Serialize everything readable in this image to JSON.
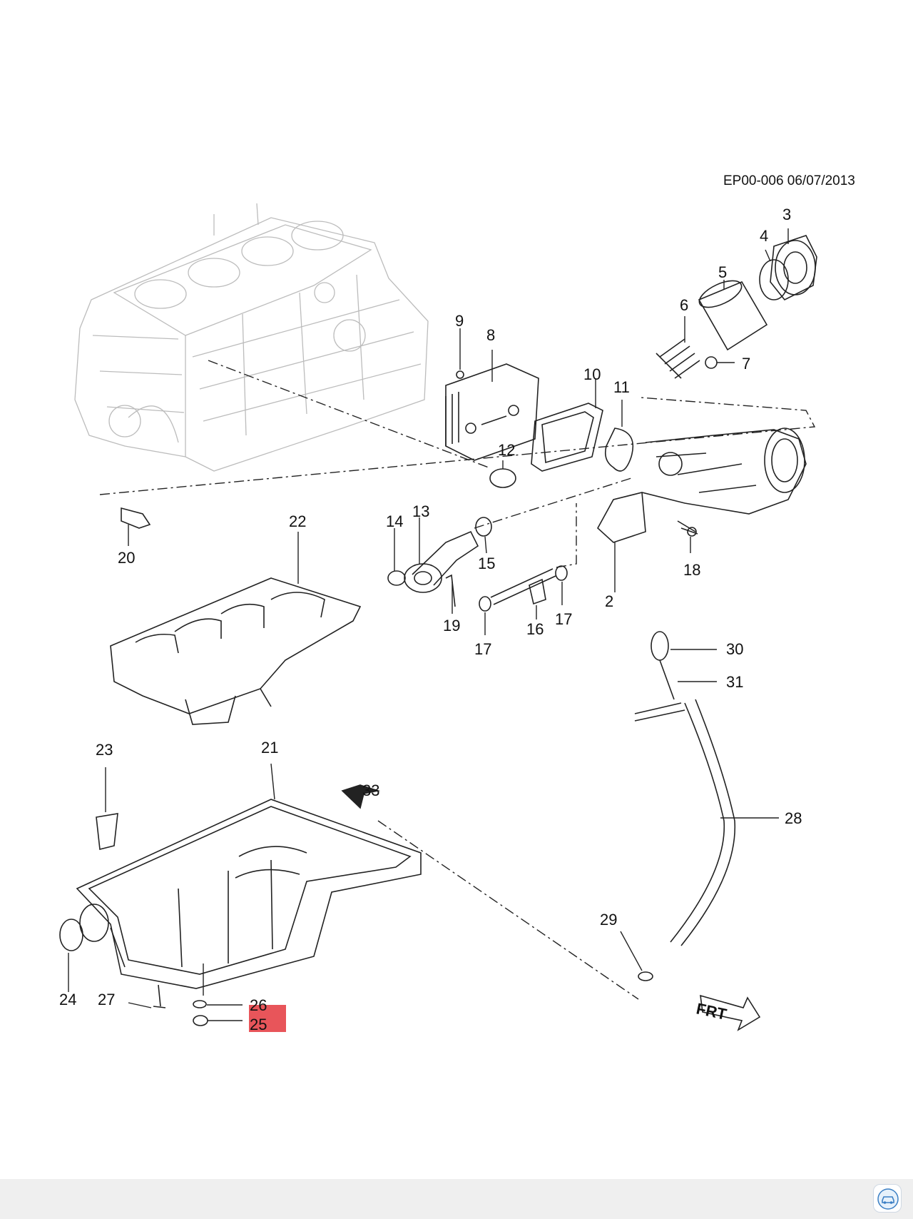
{
  "header": "EP00-006 06/07/2013",
  "highlight_color": "#e8555a",
  "callouts": [
    "2",
    "3",
    "4",
    "5",
    "6",
    "7",
    "8",
    "9",
    "10",
    "11",
    "12",
    "13",
    "14",
    "15",
    "16",
    "17",
    "18",
    "19",
    "20",
    "21",
    "22",
    "23",
    "24",
    "25",
    "26",
    "27",
    "28",
    "29",
    "30",
    "31",
    "33"
  ],
  "front_marker": "FRT",
  "footer": {
    "app_icon": "car-assistant-icon"
  }
}
